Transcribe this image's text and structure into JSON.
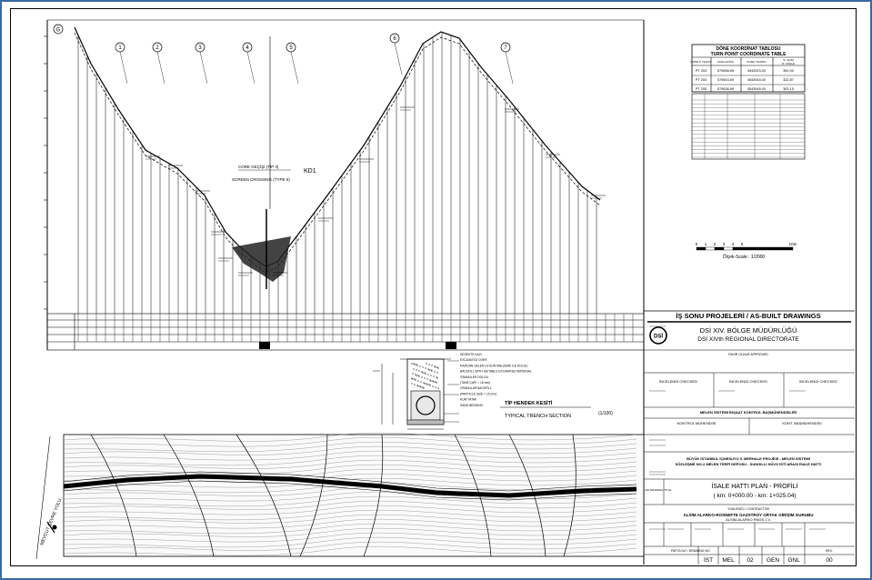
{
  "coord_table": {
    "title_tr": "DÖNE KOORDİNAT TABLOSU",
    "title_en": "TURN POINT COORDINATE TABLE",
    "headers": [
      "DÖNE P. NOKTA",
      "SAĞA DOĞU",
      "KUZEY NORTH",
      "S. AÇISI",
      "D. ANGLE"
    ],
    "rows": [
      [
        "PT 203",
        "579658.69",
        "4543923.00",
        "300.00"
      ],
      [
        "PT 203",
        "579643.69",
        "4543943.00",
        "322.87"
      ],
      [
        "PT 205",
        "579636.69",
        "4543945.00",
        "303.15"
      ]
    ]
  },
  "scale_bar": {
    "ticks": [
      "0",
      "1",
      "2",
      "3",
      "4",
      "5",
      "10m"
    ],
    "label": "Ölçek-Scale : 1/2000"
  },
  "profile": {
    "labels": {
      "core_crossing": "CORE GEÇİŞİ (TİP II)",
      "cp": "KD1",
      "screen_crossing": "SCREEN CROSSING (TYPE II)"
    },
    "circles": [
      "1",
      "2",
      "3",
      "4",
      "5",
      "6",
      "7"
    ],
    "left_marker": "G"
  },
  "trench": {
    "title_tr": "TİP HENDEK KESİTİ",
    "title_en": "TYPICAL TRENCH SECTION",
    "scale": "(1/100)",
    "legend": [
      "DESEKTE KAZI",
      "EXCAVATED OVER",
      "KAZIDAN GELEN UYGUN MALZEME İLE DOLGU",
      "BACKFILL WITH SUITABLE EXCAVATED MATERIAL",
      "GRANÜLER DOLGU",
      "(TANE ÇAPI < 15 mm)",
      "GRANULAR BACKFILL",
      "(PARTICLE SIZE < 15 mm)",
      "KUM YATAK",
      "SAND BEDDING"
    ]
  },
  "title_block": {
    "project_tr": "İŞ SONU PROJELERİ / AS-BUILT DRAWINGS",
    "dsi_tr": "DSİ XIV. BÖLGE MÜDÜRLÜĞÜ",
    "dsi_en": "DSİ XIVth REGIONAL DIRECTORATE",
    "logo": "DSİ",
    "approved": "FAKİR OLDUR APPROVED",
    "checked_labels": [
      "İNCELENDİ CHECKED",
      "İNCELENDİ CHECKED",
      "İNCELENDİ CHECKED"
    ],
    "dept": "MELEN SİSTEMİ İNŞAAT KONTROL BAŞMÜHENDİSLİĞİ",
    "control_engineer": "KONTROL MÜHENDİSİ",
    "chief_engineer": "KONT. BAŞMÜHENDİSİ",
    "project_desc_1": "BÜYÜK İSTANBUL İÇMESUYU II. MERHALE PROJESİ - MELEN SİSTEMİ",
    "project_desc_2": "SÖZLEŞME NO:2 MELEN TERFİ DEPOSU - SUNGILLI HÜVO İSTİ ARASI İSALE HATTI",
    "drawing_title": "İSALE HATTI PLAN - PROFİLİ",
    "km_range": "( km:  0+000.00 - km:  1+025.04)",
    "contractor_label": "YÜKLENİCİ / CONTRACTOR",
    "contractor": "ALSİM ALARKO-ROSNEFTE GAZSTROY ORTAK GİRİŞİM GURUBU",
    "contractor_en": "ALSIM-ALARKO RNGS J.V.",
    "drawing_no_label": "PAFTA NO / DRAWING NO",
    "rev_label": "REV.",
    "drawing_no": [
      "İST",
      "MEL",
      "02",
      "GEN",
      "GNL"
    ],
    "rev": "00",
    "plan_label": "PAFTA ADI DRAWING TITLE"
  },
  "plan": {
    "left_label": "MEVCUT ÇEVRE YOLU"
  }
}
